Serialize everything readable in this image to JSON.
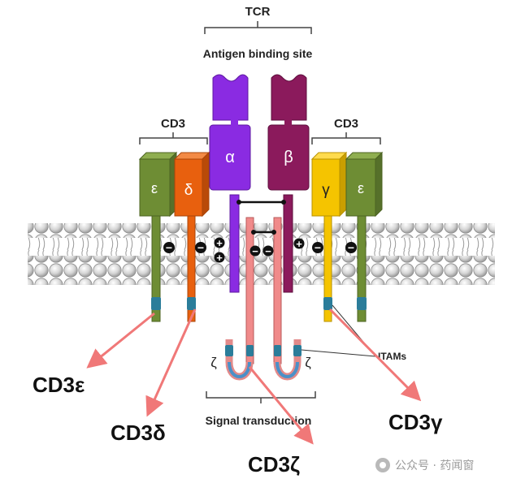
{
  "labels": {
    "tcr": "TCR",
    "antigen_binding_site": "Antigen binding site",
    "cd3_left": "CD3",
    "cd3_right": "CD3",
    "signal_transduction": "Signal transduction",
    "itams": "ITAMs"
  },
  "chains": {
    "epsilon_left": "ε",
    "delta": "δ",
    "alpha": "α",
    "beta": "β",
    "gamma": "γ",
    "epsilon_right": "ε",
    "zeta_left": "ζ",
    "zeta_right": "ζ"
  },
  "callouts": {
    "cd3_epsilon": "CD3ε",
    "cd3_delta": "CD3δ",
    "cd3_zeta": "CD3ζ",
    "cd3_gamma": "CD3γ"
  },
  "charges": {
    "negative": "−",
    "positive": "+"
  },
  "watermark": {
    "text": "公众号 · 药闻窗"
  },
  "colors": {
    "epsilon": "#6e8d34",
    "delta": "#e8600e",
    "alpha": "#8a2be2",
    "beta": "#8b1a5c",
    "gamma": "#f5c400",
    "zeta": "#f08a8a",
    "itam": "#2b7d9a",
    "arrow": "#f07878"
  }
}
